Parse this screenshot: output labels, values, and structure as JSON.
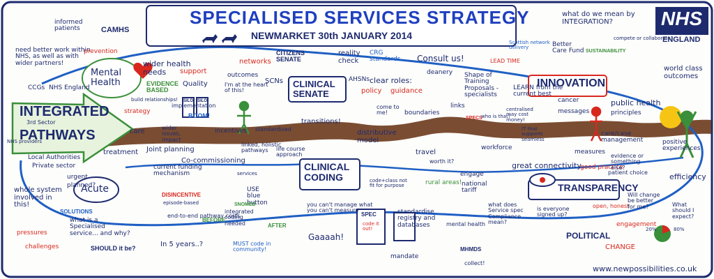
{
  "title": "SPECIALISED SERVICES STRATEGY",
  "subtitle": "NEWMARKET 30th JANUARY 2014",
  "logo": {
    "text": "NHS",
    "sub": "ENGLAND"
  },
  "website": "www.newpossibilities.co.uk",
  "colors": {
    "navy": "#1d2a6e",
    "green": "#3a8f3a",
    "red": "#d8281e",
    "brown": "#6b3a1c",
    "blue": "#1f5fc4"
  },
  "labels": {
    "informed_patients": "informed patients",
    "camhs": "CAMHS",
    "need_better_work": "need better work within NHS, as well as with wider partners!",
    "prevention": "prevention",
    "mental_health": "Mental Health",
    "wider_health_needs": "wider health needs",
    "evidence_based": "EVIDENCE BASED",
    "build_relationships": "build relationships!",
    "support": "support",
    "quality": "Quality",
    "outcomes": "outcomes",
    "networks": "networks",
    "citizens_senate": "CITIZENS SENATE",
    "reality_check": "reality check",
    "crg_standards": "CRG standards",
    "consult_us": "Consult us!",
    "deanery": "deanery",
    "lead_time": "LEAD TIME",
    "scottish_network": "Scottish network delivery",
    "shape_of_training": "Shape of Training Proposals - specialists",
    "learn": "LEARN from the current best",
    "better_care_fund": "Better Care Fund",
    "sustainability": "SUSTAINABILITY",
    "compete": "compete or collaborate?",
    "integration_q": "what do we mean by INTEGRATION?",
    "world_class": "world class outcomes",
    "innovation": "INNOVATION",
    "cancer": "cancer",
    "messages": "messages",
    "public_health": "public health",
    "principles": "principles",
    "ccgs": "CCGs",
    "nhs_england_small": "NHS England",
    "integrated": "INTEGRATED",
    "pathways": "PATHWAYS",
    "third_sector": "3rd Sector",
    "nhs_providers": "NHS providers",
    "strategy": "strategy",
    "care": "care",
    "implementation": "implementation",
    "heart_of_this": "I'm at the heart of this!",
    "silo1": "SILO",
    "silo2": "SILO",
    "boom": "BOOM!",
    "wider_issues": "wider issues, impact",
    "incentives": "incentives",
    "standardised": "standardised",
    "scns": "SCNs",
    "clinical_senate": "CLINICAL SENATE",
    "ahsns": "AHSNs",
    "clear_roles": "clear roles:",
    "policy": "policy",
    "guidance": "guidance",
    "come_to_me": "come to me!",
    "boundaries": "boundaries",
    "links": "links",
    "specs": "SPECS",
    "who_is_that": "who is that?",
    "centralised": "centralised may cost money!",
    "it_supports": "IT that supports seamless",
    "care_management": "care/case management",
    "positive_experiences": "positive experiences",
    "treatment": "treatment",
    "joint_planning": "Joint planning",
    "co_commissioning": "Co-commissioning",
    "linked_holistic": "linked, holistic pathways",
    "transitions": "transitions!",
    "life_course": "life course approach",
    "distributive": "distributive model",
    "travel": "travel",
    "worth_it": "worth it?",
    "workforce": "workforce",
    "great_connectivity": "great connectivity",
    "measures": "measures",
    "good_practice": "good practice",
    "patient_choice": "patient choice",
    "evidence_else": "evidence or something else?",
    "efficiency": "efficiency",
    "local_authorities": "Local Authorities",
    "private_sector": "Private sector",
    "urgent": "urgent",
    "planned": "planned?",
    "current_funding": "current funding mechanism",
    "disincentive": "DISINCENTIVE",
    "episode_based": "episode-based",
    "services": "services",
    "clinical_coding": "CLINICAL CODING",
    "code_class": "code+class not fit for purpose",
    "rural_areas": "rural areas!",
    "engage": "engage",
    "national_tariff": "national tariff",
    "transparency": "TRANSPARENCY",
    "open_honest": "open, honest",
    "engagement": "engagement",
    "will_change": "Will change be better for me?",
    "what_expect": "What should I expect?",
    "acute": "Acute",
    "whole_system": "whole system involved in this!",
    "solutions": "SOLUTIONS",
    "end_to_end": "end-to-end pathway costs",
    "use_blue": "USE blue button",
    "snomed": "SNOMED",
    "cant_manage": "you can't manage what you can't measure",
    "spec_code": "code it out!",
    "spec": "SPEC",
    "standardise_registry": "standardise registry and databases",
    "mental_health_small": "mental health",
    "what_does_spec": "what does Service spec Compliance mean?",
    "is_everyone": "is everyone signed up?",
    "pressures": "pressures",
    "challenges": "challenges",
    "what_is_spec": "what is a Specialised service... and why?",
    "should_it_be": "SHOULD it be?",
    "in_5_years": "In 5 years..?",
    "before": "BEFORE",
    "after": "AFTER",
    "integrated_coding": "integrated coding needed",
    "must_code": "MUST code in community!",
    "gaaah": "Gaaaah!",
    "mandate": "mandate",
    "mhmds": "MHMDS",
    "collect": "collect!",
    "political": "POLITICAL",
    "change": "CHANGE",
    "pct20": "20%",
    "pct80": "80%"
  }
}
